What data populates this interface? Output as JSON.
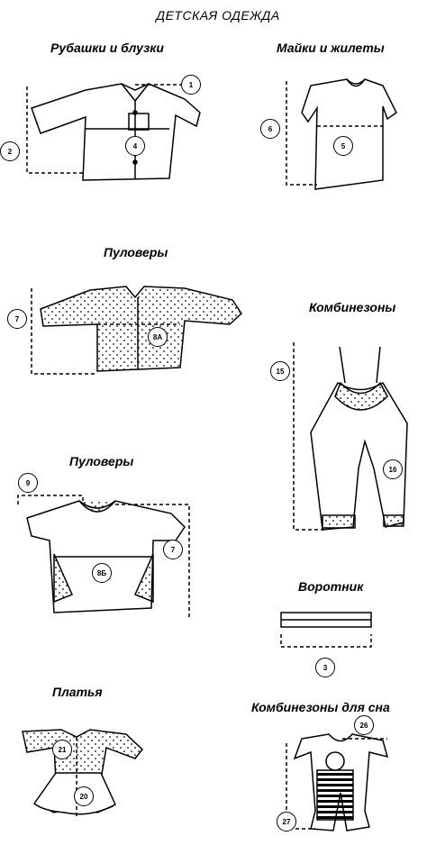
{
  "title": "ДЕТСКАЯ ОДЕЖДА",
  "captions": {
    "shirts": "Рубашки и блузки",
    "tshirts": "Майки и жилеты",
    "pullovers1": "Пуловеры",
    "overalls": "Комбинезоны",
    "pullovers2": "Пуловеры",
    "collar": "Воротник",
    "dresses": "Платья",
    "sleepsuits": "Комбинезоны для сна"
  },
  "markers": {
    "m1": "1",
    "m2": "2",
    "m4": "4",
    "m6": "6",
    "m5": "5",
    "m7a": "7",
    "m8a": "8A",
    "m15": "15",
    "m16": "16",
    "m9": "9",
    "m7b": "7",
    "m8b": "8Б",
    "m3": "3",
    "m21": "21",
    "m20": "20",
    "m26": "26",
    "m27": "27"
  }
}
